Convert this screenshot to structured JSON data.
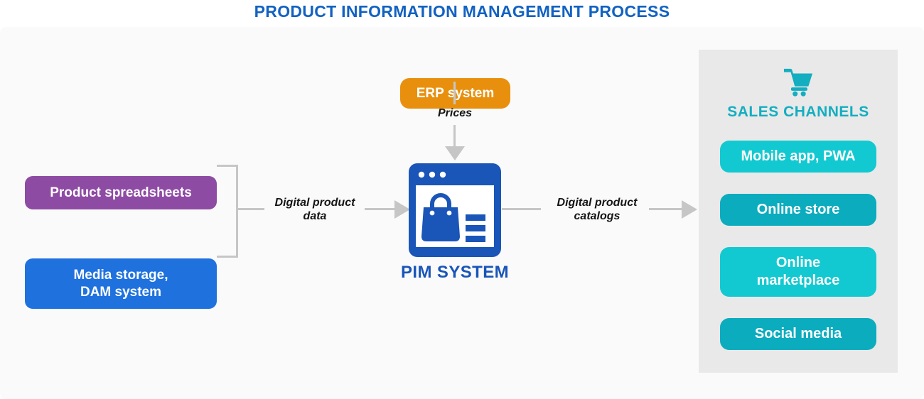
{
  "title": "PRODUCT INFORMATION MANAGEMENT PROCESS",
  "colors": {
    "title-blue": "#1262C2",
    "pim-blue": "#1A55B8",
    "erp-orange": "#E8900E",
    "source-purple": "#8E4BA4",
    "source-blue": "#1F72DE",
    "channel-cyan": "#13C9D1",
    "channel-teal": "#0BACBE",
    "sales-teal": "#13AEC0",
    "panel-gray": "#E9E9E9",
    "stage-gray": "#FAFAFA",
    "connector-gray": "#C6C6C6",
    "label-black": "#151515"
  },
  "erp": {
    "label": "ERP system"
  },
  "flow": {
    "prices": "Prices",
    "input_label": "Digital product\ndata",
    "output_label": "Digital product\ncatalogs"
  },
  "sources": [
    {
      "label": "Product spreadsheets"
    },
    {
      "label": "Media storage,\nDAM system"
    }
  ],
  "pim": {
    "label": "PIM SYSTEM",
    "icon": "browser-shopping-bag-icon"
  },
  "sales": {
    "title": "SALES CHANNELS",
    "icon": "shopping-cart-icon",
    "channels": [
      {
        "label": "Mobile app, PWA"
      },
      {
        "label": "Online store"
      },
      {
        "label": "Online\nmarketplace"
      },
      {
        "label": "Social media"
      }
    ]
  }
}
